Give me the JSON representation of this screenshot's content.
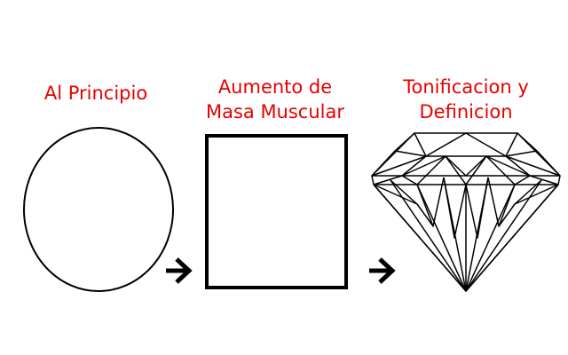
{
  "stages": [
    {
      "lines": [
        "Al Principio"
      ]
    },
    {
      "lines": [
        "Aumento de",
        "Masa Muscular"
      ]
    },
    {
      "lines": [
        "Tonificacion y",
        "Definicion"
      ]
    }
  ],
  "colors": {
    "label": "#e60000",
    "stroke": "#000000",
    "background": "#ffffff"
  },
  "icons": {
    "arrow": "right-arrow-icon",
    "shapes": [
      "circle",
      "square",
      "diamond"
    ]
  }
}
